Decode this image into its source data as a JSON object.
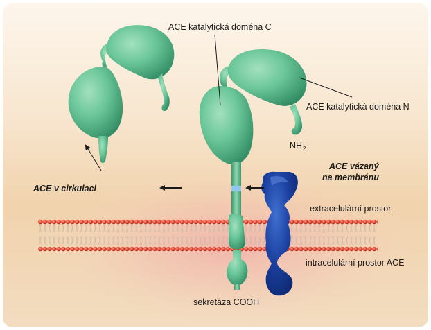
{
  "labels": {
    "domain_c": "ACE katalytická doména C",
    "domain_n": "ACE katalytická doména N",
    "nh2_main": "NH",
    "nh2_sub": "2",
    "membrane_bound_line1": "ACE vázaný",
    "membrane_bound_line2": "na membránu",
    "circulating": "ACE v cirkulaci",
    "extracellular": "extracelulární prostor",
    "intracellular": "intracelulární prostor ACE",
    "secretase": "sekretáza COOH"
  },
  "colors": {
    "ace_green": "#6cc79a",
    "ace_green_dark": "#2f8a62",
    "secretase_blue": "#1a3f9e",
    "secretase_blue_dark": "#0b2466",
    "lipid_head_red": "#e0402e",
    "background_top": "#fcf3e6",
    "background_mid": "#f0d0a6",
    "background_glow": "#f2bfb4"
  }
}
